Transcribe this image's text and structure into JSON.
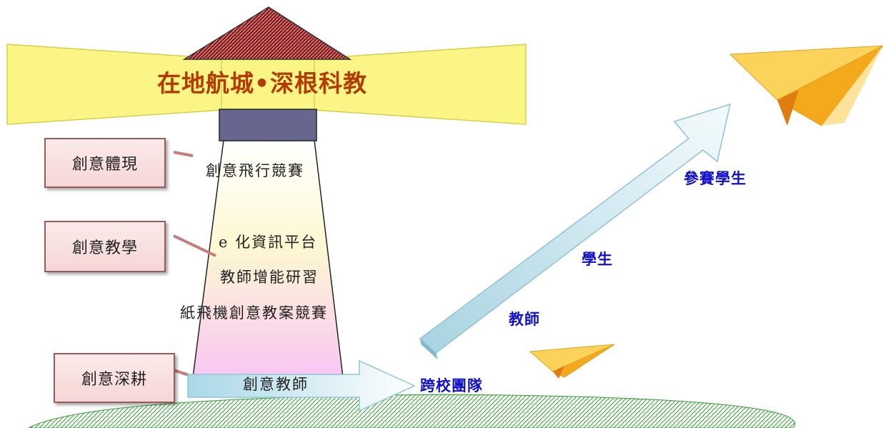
{
  "title": "在地航城•深根科教",
  "labels": {
    "embody": "創意體現",
    "teaching": "創意教學",
    "deep": "創意深耕"
  },
  "tower_items": {
    "competition": "創意飛行競賽",
    "platform": "e 化資訊平台",
    "training": "教師增能研習",
    "lesson_plan": "紙飛機創意教案競賽",
    "creative_teacher": "創意教師"
  },
  "arrow_labels": {
    "team": "跨校團隊",
    "teachers": "教師",
    "students": "學生",
    "participants": "參賽學生"
  },
  "colors": {
    "beam": "#fbf585",
    "roof": "#8a1a1a",
    "lantern": "#66668f",
    "title": "#b33a00",
    "blue_text": "#1111cc",
    "arrow": "#bde3ee",
    "plane": "#f5b323",
    "hill": "#2f9a2f"
  }
}
